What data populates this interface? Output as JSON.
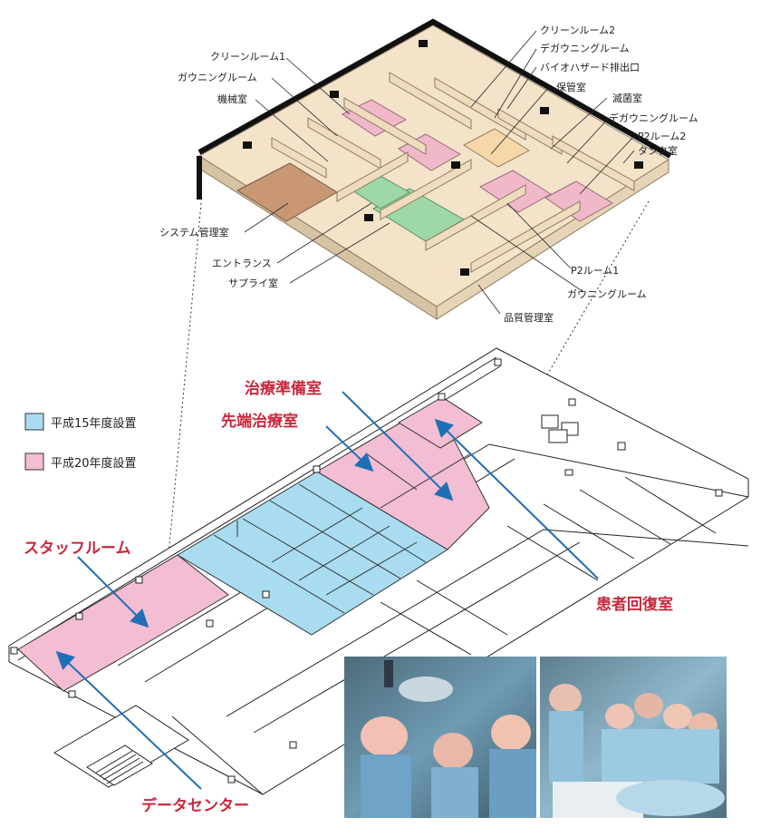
{
  "upper_labels": {
    "clean_room_1": "クリーンルーム1",
    "gowning_room_a": "ガウニングルーム",
    "machine_room": "機械室",
    "clean_room_2": "クリーンルーム2",
    "degowning_room_a": "デガウニングルーム",
    "biohazard_exhaust": "バイオハザード排出口",
    "storage_room": "保管室",
    "sterilization_room": "滅菌室",
    "degowning_room_b": "デガウニングルーム",
    "p2_room_2": "P2ルーム2",
    "tank_room": "タンク室",
    "system_management_room": "システム管理室",
    "entrance": "エントランス",
    "supply_room": "サプライ室",
    "p2_room_1": "P2ルーム1",
    "gowning_room_b": "ガウニングルーム",
    "quality_control_room": "品質管理室"
  },
  "legend": {
    "h15": {
      "label": "平成15年度設置",
      "color": "#a9dcf0"
    },
    "h20": {
      "label": "平成20年度設置",
      "color": "#f3bdd3"
    }
  },
  "callouts": {
    "treatment_prep_room": "治療準備室",
    "advanced_treatment_room": "先端治療室",
    "staff_room": "スタッフルーム",
    "patient_recovery_room": "患者回復室",
    "data_center": "データセンター"
  },
  "colors": {
    "callout_text": "#c8283c",
    "arrow": "#1f6fb6",
    "floor_wall": "#f3e3c8",
    "green_floor": "#9fd8a8",
    "pink_floor": "#f0b8c8",
    "brown_floor": "#c99774"
  },
  "photos": [
    {
      "name": "surgery-photo-left",
      "icon": "photo-icon"
    },
    {
      "name": "surgery-photo-right",
      "icon": "photo-icon"
    }
  ]
}
